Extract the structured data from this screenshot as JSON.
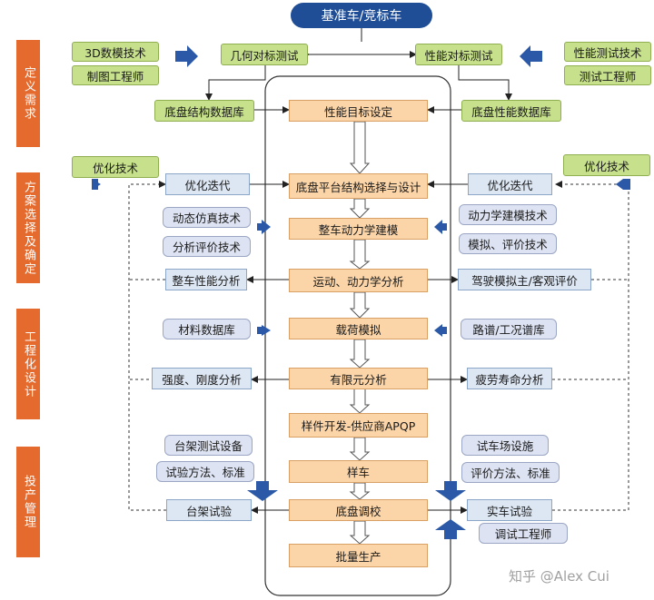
{
  "top": "基准车/竞标车",
  "stages": [
    "定义需求",
    "方案选择及确定",
    "工程化设计",
    "投产管理"
  ],
  "main_flow": [
    "性能目标设定",
    "底盘平台结构选择与设计",
    "整车动力学建模",
    "运动、动力学分析",
    "载荷模拟",
    "有限元分析",
    "样件开发-供应商APQP",
    "样车",
    "底盘调校",
    "批量生产"
  ],
  "benchmark": {
    "geometric": "几何对标测试",
    "performance": "性能对标测试"
  },
  "left_inputs": {
    "model_tech": "3D数模技术",
    "drafter": "制图工程师",
    "chassis_struct_db": "底盘结构数据库"
  },
  "right_inputs": {
    "perf_test_tech": "性能测试技术",
    "test_engineer": "测试工程师",
    "chassis_perf_db": "底盘性能数据库"
  },
  "optimization": {
    "left_tech": "优化技术",
    "right_tech": "优化技术",
    "left_iter": "优化迭代",
    "right_iter": "优化迭代"
  },
  "left_support": [
    "动态仿真技术",
    "分析评价技术",
    "材料数据库",
    "台架测试设备",
    "试验方法、标准"
  ],
  "right_support": [
    "动力学建模技术",
    "模拟、评价技术",
    "路谱/工况谱库",
    "试车场设施",
    "评价方法、标准",
    "调试工程师"
  ],
  "left_outputs": [
    "整车性能分析",
    "强度、刚度分析",
    "台架试验"
  ],
  "right_outputs": [
    "驾驶模拟主/客观评价",
    "疲劳寿命分析",
    "实车试验"
  ],
  "watermark": "知乎 @Alex Cui",
  "colors": {
    "stage": "#e46a2e",
    "top": "#1f4e96",
    "main": "#fbd4a8",
    "green": "#c6e08b",
    "blue_box": "#dde7f4",
    "arrow": "#2b59a8"
  }
}
